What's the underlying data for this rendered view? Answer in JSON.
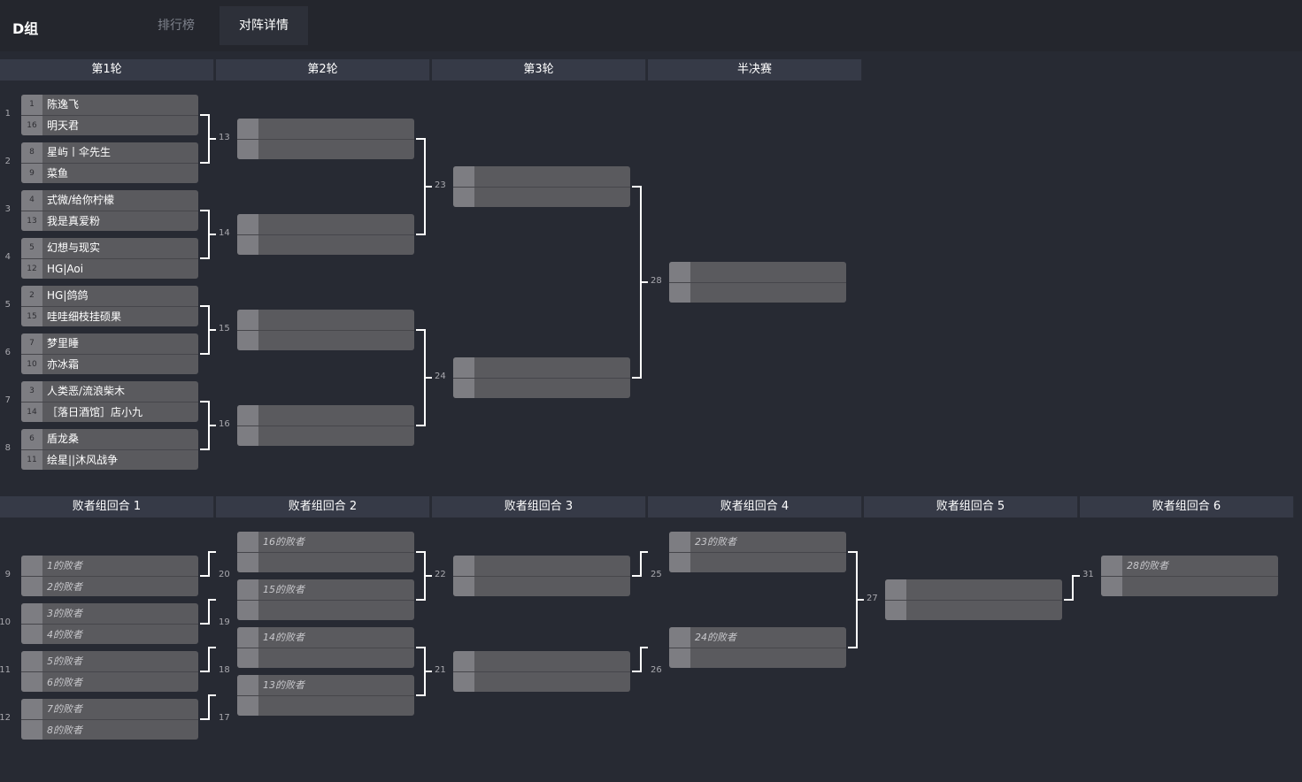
{
  "header": {
    "group_title": "D组",
    "tabs": [
      {
        "label": "排行榜",
        "active": false
      },
      {
        "label": "对阵详情",
        "active": true
      }
    ]
  },
  "winners_bracket": {
    "rounds": [
      "第1轮",
      "第2轮",
      "第3轮",
      "半决赛"
    ],
    "round1": [
      {
        "num": "1",
        "players": [
          {
            "seed": "1",
            "name": "陈逸飞"
          },
          {
            "seed": "16",
            "name": "明天君"
          }
        ]
      },
      {
        "num": "2",
        "players": [
          {
            "seed": "8",
            "name": "星屿丨伞先生"
          },
          {
            "seed": "9",
            "name": "菜鱼"
          }
        ]
      },
      {
        "num": "3",
        "players": [
          {
            "seed": "4",
            "name": "式微/给你柠檬"
          },
          {
            "seed": "13",
            "name": "我是真爱粉"
          }
        ]
      },
      {
        "num": "4",
        "players": [
          {
            "seed": "5",
            "name": "幻想与现实"
          },
          {
            "seed": "12",
            "name": "HG|Aoi"
          }
        ]
      },
      {
        "num": "5",
        "players": [
          {
            "seed": "2",
            "name": "HG|鸽鸽"
          },
          {
            "seed": "15",
            "name": "哇哇细枝挂硕果"
          }
        ]
      },
      {
        "num": "6",
        "players": [
          {
            "seed": "7",
            "name": "梦里睡"
          },
          {
            "seed": "10",
            "name": "亦冰霜"
          }
        ]
      },
      {
        "num": "7",
        "players": [
          {
            "seed": "3",
            "name": "人类恶/流浪柴木"
          },
          {
            "seed": "14",
            "name": "［落日酒馆］店小九"
          }
        ]
      },
      {
        "num": "8",
        "players": [
          {
            "seed": "6",
            "name": "盾龙桑"
          },
          {
            "seed": "11",
            "name": "绘星||沐风战争"
          }
        ]
      }
    ],
    "round2_nums": [
      "13",
      "14",
      "15",
      "16"
    ],
    "round3_nums": [
      "23",
      "24"
    ],
    "semifinal_nums": [
      "28"
    ]
  },
  "losers_bracket": {
    "rounds": [
      "败者组回合 1",
      "败者组回合 2",
      "败者组回合 3",
      "败者组回合 4",
      "败者组回合 5",
      "败者组回合 6"
    ],
    "round1": [
      {
        "num": "9",
        "players": [
          "1的败者",
          "2的败者"
        ]
      },
      {
        "num": "10",
        "players": [
          "3的败者",
          "4的败者"
        ]
      },
      {
        "num": "11",
        "players": [
          "5的败者",
          "6的败者"
        ]
      },
      {
        "num": "12",
        "players": [
          "7的败者",
          "8的败者"
        ]
      }
    ],
    "round2": [
      {
        "num": "20",
        "players": [
          "16的败者",
          ""
        ]
      },
      {
        "num": "19",
        "players": [
          "15的败者",
          ""
        ]
      },
      {
        "num": "18",
        "players": [
          "14的败者",
          ""
        ]
      },
      {
        "num": "17",
        "players": [
          "13的败者",
          ""
        ]
      }
    ],
    "round3_nums": [
      "22",
      "21"
    ],
    "round4": [
      {
        "num": "25",
        "players": [
          "23的败者",
          ""
        ]
      },
      {
        "num": "26",
        "players": [
          "24的败者",
          ""
        ]
      }
    ],
    "round5_nums": [
      "27"
    ],
    "round6": [
      {
        "num": "31",
        "players": [
          "28的败者",
          ""
        ]
      }
    ]
  },
  "colors": {
    "background": "#272a33",
    "header_bar": "#363a47",
    "match_box": "#5a5a5e",
    "seed_box": "#7d7d82",
    "connector": "#ffffff"
  }
}
